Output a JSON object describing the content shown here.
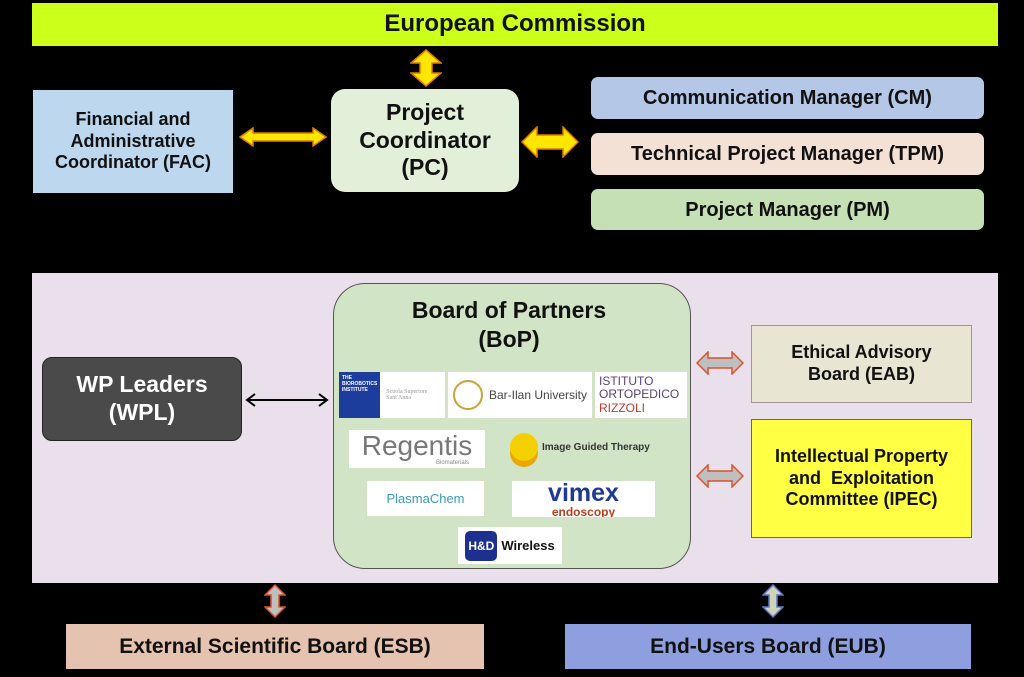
{
  "top": {
    "title": "European Commission"
  },
  "management": {
    "fac": "Financial and Administrative Coordinator (FAC)",
    "pc": "Project Coordinator (PC)",
    "cm": "Communication Manager (CM)",
    "tpm": "Technical Project Manager (TPM)",
    "pm": "Project Manager (PM)"
  },
  "consortium": {
    "bop": "Board of Partners (BoP)",
    "wpl": "WP Leaders (WPL)",
    "eab": "Ethical Advisory Board (EAB)",
    "ipec": "Intellectual Property and  Exploitation Committee (IPEC)",
    "logos": {
      "biorobotics": "THE BIOROBOTICS INSTITUTE",
      "sssa": "Scuola Superiore Sant'Anna",
      "barilan": "Bar-Ilan University",
      "rizzoli_1": "ISTITUTO",
      "rizzoli_2": "ORTOPEDICO",
      "rizzoli_3": "RIZZOLI",
      "regentis": "Regentis",
      "regentis_sub": "Biomaterials",
      "igt": "Image Guided Therapy",
      "plasmachem": "PlasmaChem",
      "vimex": "vimex",
      "vimex_sub": "endoscopy",
      "hd": "H&D",
      "wireless": "Wireless"
    }
  },
  "bottom": {
    "esb": "External Scientific Board (ESB)",
    "eub": "End-Users Board (EUB)"
  },
  "colors": {
    "ec": "#ccff1a",
    "fac": "#bdd7ee",
    "pc": "#e2f0d9",
    "cm": "#b4c7e7",
    "tpm": "#f4e1d6",
    "pm": "#c5e0b4",
    "panel": "#e9e0ec",
    "bop": "#d2e4c6",
    "wpl": "#4a4a4a",
    "eab": "#e8e6d2",
    "ipec": "#ffff44",
    "esb": "#e6c2b0",
    "eub": "#8e9fe0",
    "yellow_arrow": "#ffe600",
    "red_arrow_outline": "#d9532c"
  }
}
